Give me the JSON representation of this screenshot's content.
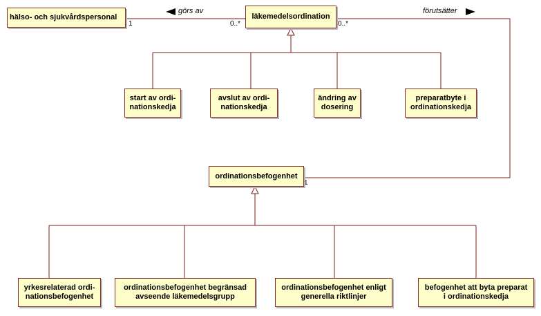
{
  "classes": {
    "personal": "hälso- och sjukvårdspersonal",
    "ordination": "läkemedelsordination",
    "start": "start av ordi-\nnationskedja",
    "avslut": "avslut av ordi-\nnationskedja",
    "andring": "ändring av\ndosering",
    "preparatbyte": "preparatbyte i\nordinationskedja",
    "befogenhet": "ordinationsbefogenhet",
    "yrkesrelaterad": "yrkesrelaterad ordi-\nnationsbefogenhet",
    "begransad": "ordinationsbefogenhet begränsad\navseende läkemedelsgrupp",
    "enligt": "ordinationsbefogenhet enligt\ngenerella riktlinjer",
    "byta": "befogenhet att byta preparat\ni ordinationskedja"
  },
  "associations": {
    "gors_av": "görs av",
    "forutsatter": "förutsätter"
  },
  "multiplicities": {
    "personal_end": "1",
    "ordination_left": "0..*",
    "ordination_right": "0..*",
    "befogenhet_end": "1"
  },
  "colors": {
    "fill": "#ffffcc",
    "border": "#8a2a2a",
    "line": "#7a1f1f"
  }
}
